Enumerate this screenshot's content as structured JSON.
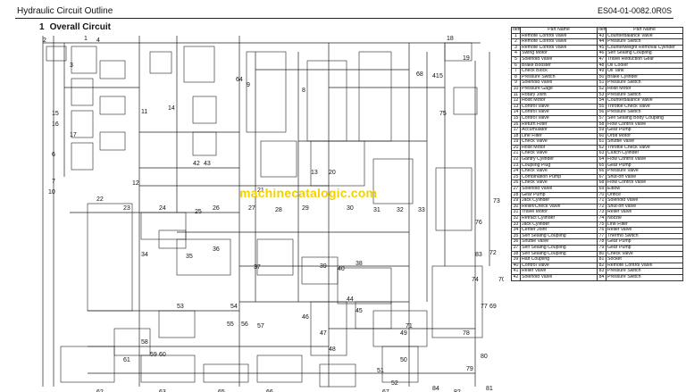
{
  "header": {
    "title": "Hydraulic Circuit Outline",
    "doc_code": "ES04-01-0082.0R0S"
  },
  "section": {
    "number": "1",
    "title": "Overall Circuit"
  },
  "watermark": "machinecatalogic.com",
  "parts_table": {
    "headers": [
      "Item",
      "Part Name",
      "Item",
      "Part Name"
    ],
    "rows": [
      [
        "1",
        "Remote Control Valve",
        "43",
        "Counterbalance Valve"
      ],
      [
        "2",
        "Remote Control Valve",
        "44",
        "Pressure Switch"
      ],
      [
        "3",
        "Remote Control Valve",
        "45",
        "Counterweight Removal Cylinder"
      ],
      [
        "4",
        "Swing Motor",
        "46",
        "Self Sealing Coupling"
      ],
      [
        "5",
        "Solenoid Valve",
        "47",
        "Travel Reduction Gear"
      ],
      [
        "6",
        "Brake Booster",
        "48",
        "Oil Cooler"
      ],
      [
        "7",
        "Check Block",
        "49",
        "Oil Tank"
      ],
      [
        "8",
        "Pressure Switch",
        "50",
        "Brake Cylinder"
      ],
      [
        "9",
        "Solenoid Valve",
        "51",
        "Pressure Switch"
      ],
      [
        "10",
        "Pressure Gage",
        "52",
        "Hoist Motor"
      ],
      [
        "11",
        "Rotary Joint",
        "53",
        "Pressure Switch"
      ],
      [
        "12",
        "Hoist Motor",
        "54",
        "Counterbalance Valve"
      ],
      [
        "13",
        "Control Valve",
        "55",
        "Throttle Check Valve"
      ],
      [
        "14",
        "Control Valve",
        "56",
        "Pressure Switch"
      ],
      [
        "15",
        "Control Valve",
        "57",
        "Self Sealing Body Coupling"
      ],
      [
        "16",
        "Return Filter",
        "58",
        "Flow Control Valve"
      ],
      [
        "17",
        "Accumulator",
        "59",
        "Gear Pump"
      ],
      [
        "18",
        "Line Filter",
        "60",
        "Orbit Motor"
      ],
      [
        "19",
        "Check Valve",
        "61",
        "Shuttle Valve"
      ],
      [
        "20",
        "Hoist Motor",
        "62",
        "Throttle Check Valve"
      ],
      [
        "21",
        "Check Valve",
        "63",
        "Clutch Cylinder"
      ],
      [
        "22",
        "Gantry Cylinder",
        "64",
        "Flow Control Valve"
      ],
      [
        "23",
        "Coupling Plug",
        "65",
        "Gear Pump"
      ],
      [
        "24",
        "Check Valve",
        "66",
        "Pressure Valve"
      ],
      [
        "25",
        "Combination Pump",
        "67",
        "Shut-off Valve"
      ],
      [
        "26",
        "Check Valve",
        "68",
        "Flow Control Valve"
      ],
      [
        "27",
        "Solenoid Valve",
        "69",
        "Elbow"
      ],
      [
        "28",
        "Gear Pump",
        "70",
        "Orifice"
      ],
      [
        "29",
        "Jack Cylinder",
        "71",
        "Solenoid Valve"
      ],
      [
        "30",
        "Relief/Check Valve",
        "72",
        "Shut-off Valve"
      ],
      [
        "31",
        "Travel Motor",
        "73",
        "Relief Valve"
      ],
      [
        "32",
        "Retract Cylinder",
        "74",
        "Nozzle"
      ],
      [
        "33",
        "Jack Cylinder",
        "75",
        "Line Filter"
      ],
      [
        "34",
        "Center Joint",
        "76",
        "Relief Valve"
      ],
      [
        "35",
        "Self Sealing Coupling",
        "77",
        "Thermo Switch"
      ],
      [
        "36",
        "Shuttle Valve",
        "78",
        "Gear Pump"
      ],
      [
        "37",
        "Self Sealing Coupling",
        "79",
        "Gear Pump"
      ],
      [
        "38",
        "Self Sealing Coupling",
        "80",
        "Check Valve"
      ],
      [
        "39",
        "Half Coupling",
        "81",
        "Socket"
      ],
      [
        "40",
        "Control Valve",
        "82",
        "Remote Control Valve"
      ],
      [
        "41",
        "Relief Valve",
        "83",
        "Pressure Switch"
      ],
      [
        "42",
        "Solenoid Valve",
        "84",
        "Pressure Switch"
      ]
    ]
  },
  "callouts": [
    "64",
    "8",
    "2",
    "4",
    "42",
    "43",
    "1",
    "3",
    "9",
    "11",
    "14",
    "15",
    "16",
    "17",
    "18",
    "19",
    "41",
    "75",
    "5",
    "6",
    "7",
    "10",
    "12",
    "13",
    "20",
    "21",
    "22",
    "23",
    "24",
    "25",
    "26",
    "27",
    "28",
    "29",
    "30",
    "31",
    "32",
    "33",
    "34",
    "35",
    "36",
    "37",
    "38",
    "39",
    "40",
    "44",
    "45",
    "46",
    "47",
    "48",
    "49",
    "50",
    "51",
    "52",
    "53",
    "54",
    "55",
    "56",
    "57",
    "58",
    "59",
    "60",
    "61",
    "62",
    "63",
    "65",
    "66",
    "67",
    "68",
    "69",
    "70",
    "71",
    "72",
    "73",
    "74",
    "76",
    "77",
    "78",
    "79",
    "80",
    "81",
    "82",
    "83",
    "84"
  ]
}
